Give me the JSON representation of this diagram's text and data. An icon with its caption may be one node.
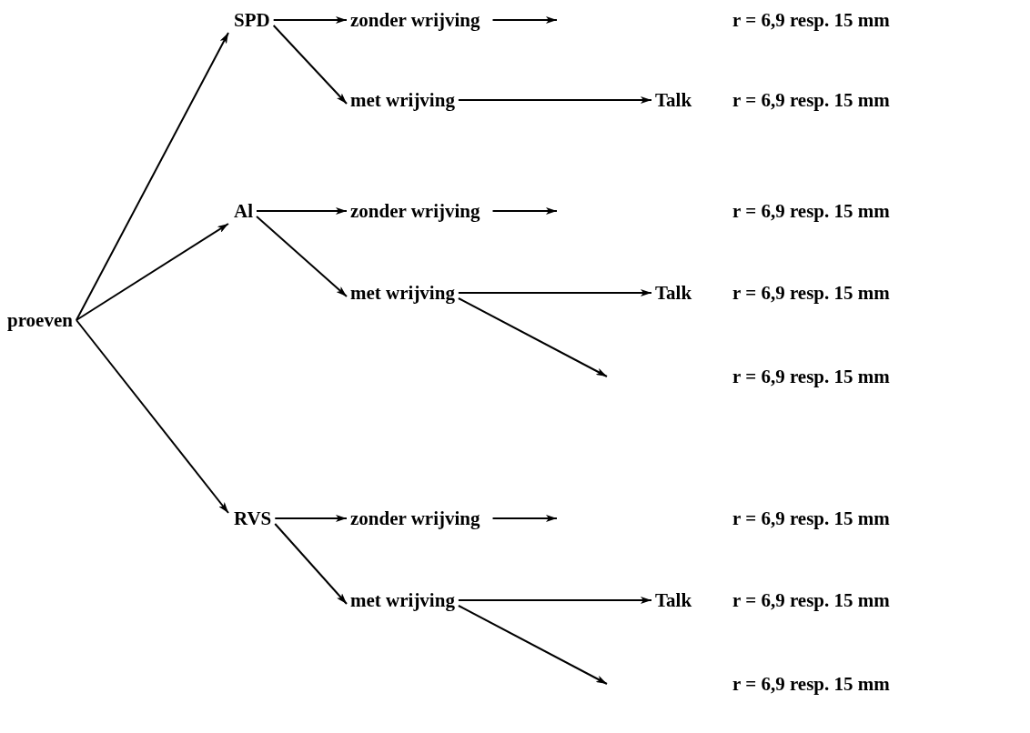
{
  "diagram": {
    "nodes": [
      {
        "text": [
          "proeven"
        ]
      },
      {
        "text": [
          "SPD"
        ]
      },
      {
        "text": [
          "zonder wrijving"
        ]
      },
      {
        "text": [
          "met wrijving"
        ]
      },
      {
        "text": [
          "Talk"
        ]
      },
      {
        "text": [
          "Al"
        ]
      },
      {
        "text": [
          "zonder wrijving"
        ]
      },
      {
        "text": [
          "met wrijving"
        ]
      },
      {
        "text": [
          "Talk"
        ]
      },
      {
        "text": [
          "RVS"
        ]
      },
      {
        "text": [
          "zonder wrijving"
        ]
      },
      {
        "text": [
          "met wrijving"
        ]
      },
      {
        "text": [
          "Talk"
        ]
      }
    ],
    "edges": [
      {
        "from": 0,
        "to": 1,
        "arrow": "to"
      },
      {
        "from": 0,
        "to": 5,
        "arrow": "to"
      },
      {
        "from": 0,
        "to": 9,
        "arrow": "to"
      },
      {
        "from": 1,
        "to": 2,
        "arrow": "to"
      },
      {
        "from": 1,
        "to": 3,
        "arrow": "to"
      },
      {
        "from": 2,
        "to": null,
        "arrow": "to"
      },
      {
        "from": 3,
        "to": 4,
        "arrow": "to"
      },
      {
        "from": 5,
        "to": 6,
        "arrow": "to"
      },
      {
        "from": 5,
        "to": 7,
        "arrow": "to"
      },
      {
        "from": 6,
        "to": null,
        "arrow": "to"
      },
      {
        "from": 7,
        "to": 8,
        "arrow": "to"
      },
      {
        "from": 7,
        "to": null,
        "arrow": "to"
      },
      {
        "from": 9,
        "to": 10,
        "arrow": "to"
      },
      {
        "from": 9,
        "to": 11,
        "arrow": "to"
      },
      {
        "from": 10,
        "to": null,
        "arrow": "to"
      },
      {
        "from": 11,
        "to": 12,
        "arrow": "to"
      },
      {
        "from": 11,
        "to": null,
        "arrow": "to"
      }
    ],
    "labels": [
      "r = 6,9 resp. 15 mm",
      "r = 6,9 resp. 15 mm",
      "r = 6,9 resp. 15 mm",
      "r = 6,9 resp. 15 mm",
      "r = 6,9 resp. 15 mm",
      "r = 6,9 resp. 15 mm",
      "r = 6,9 resp. 15 mm",
      "r = 6,9 resp. 15 mm"
    ]
  }
}
